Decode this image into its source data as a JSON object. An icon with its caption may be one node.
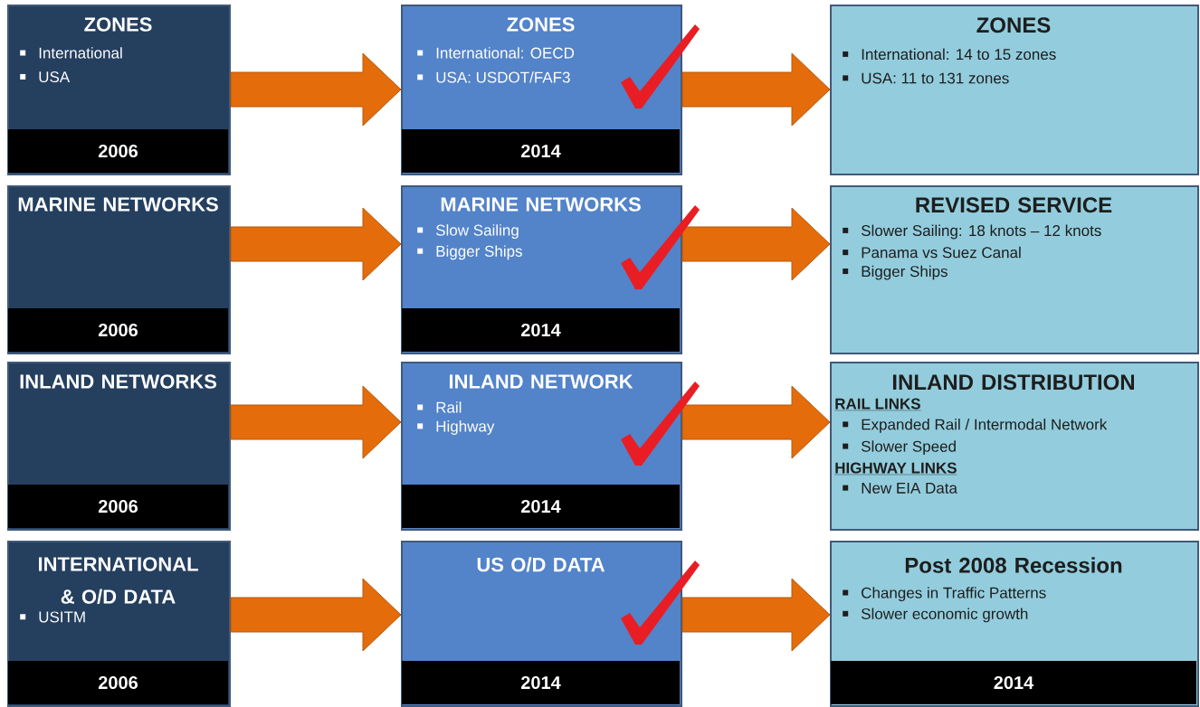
{
  "diagram": {
    "nodes": [
      {
        "text": [
          "ZONES",
          "International",
          "USA",
          "2006"
        ]
      },
      {
        "text": [
          "ZONES",
          "International: OECD",
          "USA: USDOT/FAF3",
          "2014"
        ]
      },
      {
        "text": [
          "ZONES",
          "International: 14 to 15 zones",
          "USA: 11 to 131 zones"
        ]
      },
      {
        "text": [
          "MARINE NETWORKS",
          "2006"
        ]
      },
      {
        "text": [
          "MARINE NETWORKS",
          "Slow Sailing",
          "Bigger Ships",
          "2014"
        ]
      },
      {
        "text": [
          "REVISED SERVICE",
          "Slower Sailing: 18 knots – 12 knots",
          "Panama vs Suez Canal",
          "Bigger Ships"
        ]
      },
      {
        "text": [
          "INLAND NETWORKS",
          "2006"
        ]
      },
      {
        "text": [
          "INLAND NETWORK",
          "Rail",
          "Highway",
          "2014"
        ]
      },
      {
        "text": [
          "INLAND DISTRIBUTION",
          "RAIL LINKS",
          "Expanded Rail / Intermodal Network",
          "Slower Speed",
          "HIGHWAY LINKS",
          "New EIA Data"
        ]
      },
      {
        "text": [
          "INTERNATIONAL & O/D DATA",
          "USITM",
          "2006"
        ]
      },
      {
        "text": [
          "US O/D DATA",
          "2014"
        ]
      },
      {
        "text": [
          "Post 2008 Recession",
          "Changes in Traffic Patterns",
          "Slower economic growth",
          "2014"
        ]
      }
    ],
    "edges": [
      {
        "from": 0,
        "to": 1,
        "arrow": "to"
      },
      {
        "from": 1,
        "to": 2,
        "arrow": "to"
      },
      {
        "from": 3,
        "to": 4,
        "arrow": "to"
      },
      {
        "from": 4,
        "to": 5,
        "arrow": "to"
      },
      {
        "from": 6,
        "to": 7,
        "arrow": "to"
      },
      {
        "from": 7,
        "to": 8,
        "arrow": "to"
      },
      {
        "from": 9,
        "to": 10,
        "arrow": "to"
      },
      {
        "from": 10,
        "to": 11,
        "arrow": "to"
      }
    ]
  }
}
